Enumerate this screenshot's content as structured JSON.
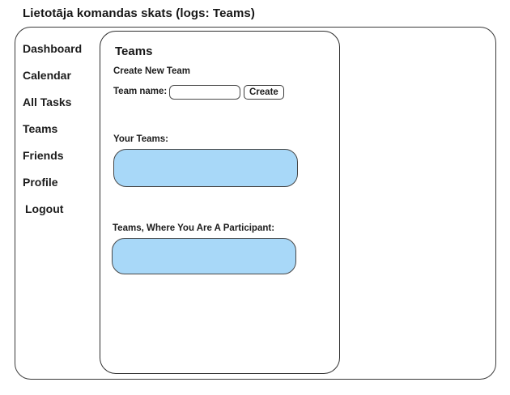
{
  "page": {
    "title": "Lietotāja komandas skats (logs: Teams)"
  },
  "sidebar": {
    "items": [
      {
        "label": "Dashboard"
      },
      {
        "label": "Calendar"
      },
      {
        "label": "All Tasks"
      },
      {
        "label": "Teams"
      },
      {
        "label": "Friends"
      },
      {
        "label": "Profile"
      },
      {
        "label": "Logout"
      }
    ]
  },
  "panel": {
    "title": "Teams",
    "create_section": {
      "heading": "Create New Team",
      "team_name_label": "Team name:",
      "input_value": "",
      "input_placeholder": "",
      "create_button_label": "Create"
    },
    "your_teams_label": "Your Teams:",
    "participant_teams_label": "Teams, Where You Are A Participant:"
  },
  "colors": {
    "placeholder_fill": "#a8d8f8",
    "line": "#3a3a3a"
  }
}
